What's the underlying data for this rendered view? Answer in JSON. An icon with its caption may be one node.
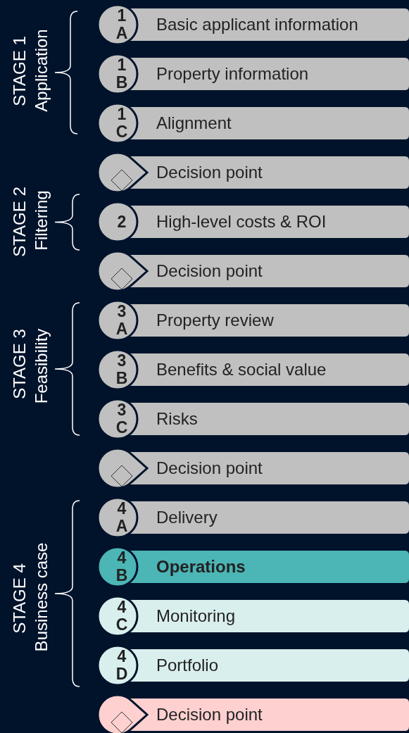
{
  "diagram": {
    "nodes": [
      {
        "text": [
          "1A",
          "Basic applicant information"
        ]
      },
      {
        "text": [
          "1B",
          "Property information"
        ]
      },
      {
        "text": [
          "1C",
          "Alignment"
        ]
      },
      {
        "text": [
          "Decision point"
        ]
      },
      {
        "text": [
          "2",
          "High-level costs & ROI"
        ]
      },
      {
        "text": [
          "Decision point"
        ]
      },
      {
        "text": [
          "3A",
          "Property review"
        ]
      },
      {
        "text": [
          "3B",
          "Benefits & social value"
        ]
      },
      {
        "text": [
          "3C",
          "Risks"
        ]
      },
      {
        "text": [
          "Decision point"
        ]
      },
      {
        "text": [
          "4A",
          "Delivery"
        ]
      },
      {
        "text": [
          "4B",
          "Operations"
        ]
      },
      {
        "text": [
          "4C",
          "Monitoring"
        ]
      },
      {
        "text": [
          "4D",
          "Portfolio"
        ]
      },
      {
        "text": [
          "Decision point"
        ]
      }
    ],
    "edges": [],
    "labels": [
      "STAGE 1",
      "Application",
      "STAGE 2",
      "Filtering",
      "STAGE 3",
      "Feasibility",
      "STAGE 4",
      "Business case"
    ]
  }
}
